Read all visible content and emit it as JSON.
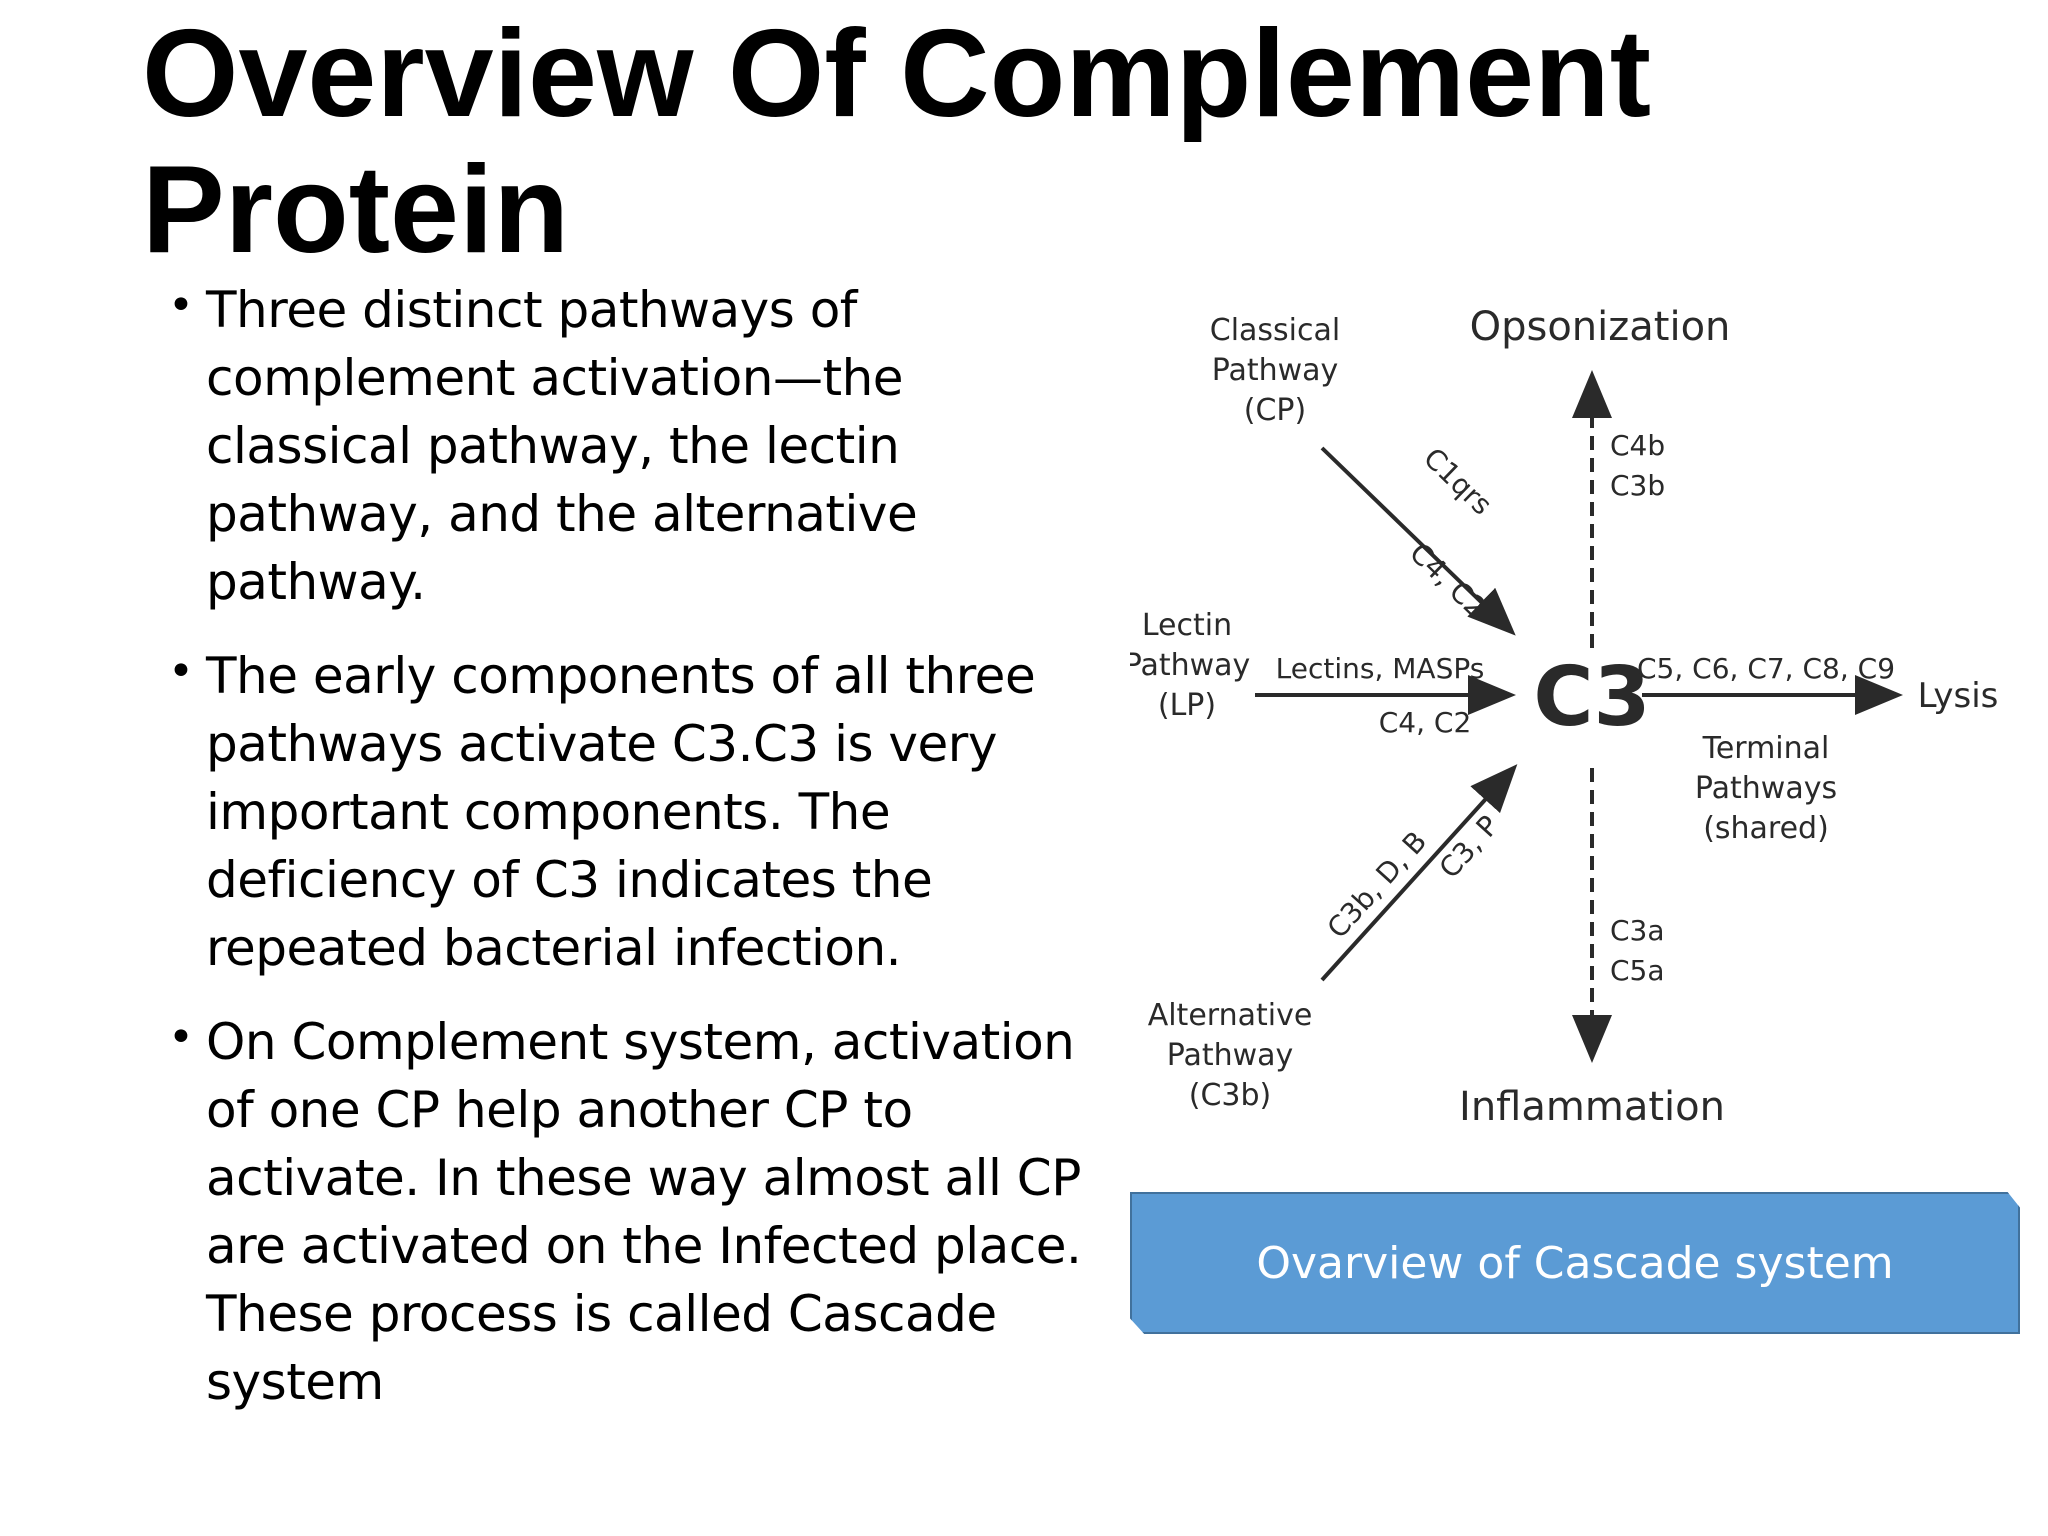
{
  "slide": {
    "title": "Overview Of  Complement\nProtein",
    "bullets": [
      "Three distinct pathways of complement activation—the classical pathway, the lectin pathway, and the alternative pathway.",
      "The early components of all three pathways  activate C3.C3 is very important components. The deficiency of C3 indicates the repeated  bacterial infection.",
      "On Complement system, activation of one CP help another CP to activate. In these way almost all CP are activated on the Infected place. These process is called Cascade system"
    ],
    "bullet_symbol": "•",
    "caption": "Ovarview of Cascade system"
  },
  "diagram": {
    "center": "C3",
    "classical": [
      "Classical",
      "Pathway",
      "(CP)"
    ],
    "lectin": [
      "Lectin",
      "Pathway",
      "(LP)"
    ],
    "alternative": [
      "Alternative",
      "Pathway",
      "(C3b)"
    ],
    "opsonization": "Opsonization",
    "inflammation": "Inflammation",
    "lysis": "Lysis",
    "terminal": [
      "Terminal",
      "Pathways",
      "(shared)"
    ],
    "classical_arrow_1": "C1qrs",
    "classical_arrow_2": "C4, C2",
    "lectin_arrow_1": "Lectins, MASPs",
    "lectin_arrow_2": "C4, C2",
    "alternative_arrow_1": "C3b, D, B",
    "alternative_arrow_2": "C3, P",
    "up_arrow": [
      "C4b",
      "C3b"
    ],
    "down_arrow": [
      "C3a",
      "C5a"
    ],
    "right_arrow": "C5, C6, C7, C8, C9",
    "colors": {
      "lines": "#2a2a2a",
      "caption_box": "#5b9bd5",
      "caption_border": "#41719c"
    }
  }
}
